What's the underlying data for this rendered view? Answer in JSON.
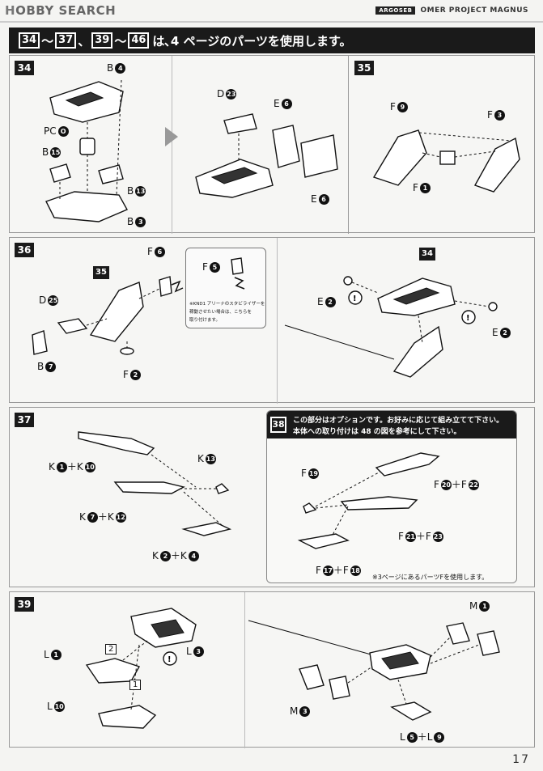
{
  "header": {
    "logo_prefix": "H",
    "logo_text": "OBBY SEARCH",
    "brand_tag": "ARGOSEB",
    "brand_text": "OMER PROJECT MAGNUS"
  },
  "banner": {
    "s1": "34",
    "tilde1": "〜",
    "s2": "37",
    "comma": "、",
    "s3": "39",
    "tilde2": "〜",
    "s4": "46",
    "text": "は､4 ページのパーツを使用します。"
  },
  "step34": {
    "num": "34",
    "labels": {
      "b4": "B",
      "b4n": "4",
      "pc": "PC",
      "pcn": "O",
      "b15": "B",
      "b15n": "15",
      "b13": "B",
      "b13n": "13",
      "b3": "B",
      "b3n": "3",
      "d23": "D",
      "d23n": "23",
      "e6a": "E",
      "e6an": "6",
      "e6b": "E",
      "e6bn": "6"
    }
  },
  "step35": {
    "num": "35",
    "labels": {
      "f9": "F",
      "f9n": "9",
      "f3": "F",
      "f3n": "3",
      "f1": "F",
      "f1n": "1"
    }
  },
  "step36": {
    "num": "36",
    "labels": {
      "f6": "F",
      "f6n": "6",
      "ref35": "35",
      "d25": "D",
      "d25n": "25",
      "b7": "B",
      "b7n": "7",
      "f2": "F",
      "f2n": "2",
      "inset_f5": "F",
      "inset_f5n": "5",
      "inset_note1": "※KND1 アリーナのスタビライザーを",
      "inset_note2": "稼動させたい場合は、こちらを",
      "inset_note3": "取り付けます。",
      "ref34": "34",
      "e2a": "E",
      "e2an": "2",
      "e2b": "E",
      "e2bn": "2"
    }
  },
  "step37": {
    "num": "37",
    "labels": {
      "k1": "K",
      "k1n": "1",
      "plus1": "＋K",
      "k10n": "10",
      "k13": "K",
      "k13n": "13",
      "k7": "K",
      "k7n": "7",
      "plus2": "＋K",
      "k12n": "12",
      "k2": "K",
      "k2n": "2",
      "plus3": "＋K",
      "k4n": "4"
    }
  },
  "step38": {
    "num": "38",
    "title1": "この部分はオプションです。お好みに応じて組み立てて下さい。",
    "title2": "本体への取り付けは 48 の図を参考にして下さい。",
    "labels": {
      "f19": "F",
      "f19n": "19",
      "f20": "F",
      "f20n": "20",
      "plus1": "＋F",
      "f22n": "22",
      "f21": "F",
      "f21n": "21",
      "plus2": "＋F",
      "f23n": "23",
      "f17": "F",
      "f17n": "17",
      "plus3": "＋F",
      "f18n": "18"
    },
    "footnote": "※3ページにあるパーツFを使用します。"
  },
  "step39": {
    "num": "39",
    "labels": {
      "l1": "L",
      "l1n": "1",
      "l3": "L",
      "l3n": "3",
      "l10": "L",
      "l10n": "10",
      "m1": "M",
      "m1n": "1",
      "m3": "M",
      "m3n": "3",
      "l5": "L",
      "l5n": "5",
      "plus": "＋L",
      "l9n": "9",
      "seq1": "1",
      "seq2": "2"
    }
  },
  "page_number": "17"
}
